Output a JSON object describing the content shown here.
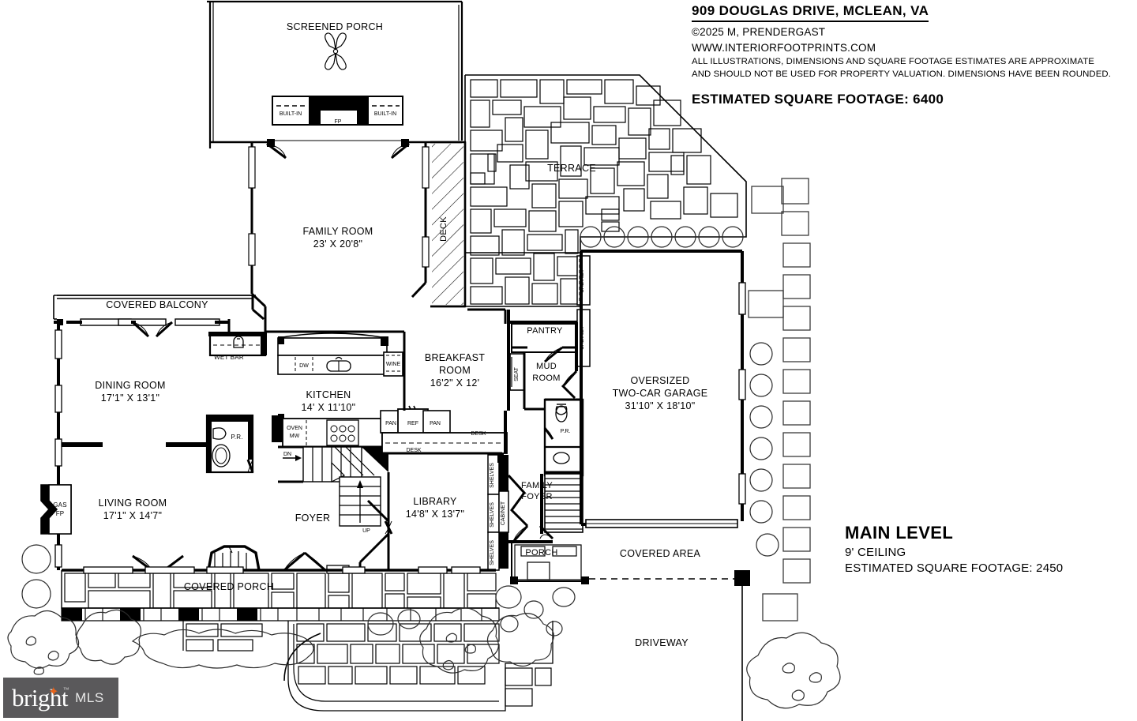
{
  "header": {
    "address": "909 DOUGLAS DRIVE, MCLEAN, VA",
    "copyright": "©2025 M, PRENDERGAST",
    "website": "WWW.INTERIORFOOTPRINTS.COM",
    "disclaimer_line1": "ALL ILLUSTRATIONS, DIMENSIONS AND SQUARE FOOTAGE ESTIMATES ARE APPROXIMATE",
    "disclaimer_line2": "AND  SHOULD NOT BE USED FOR PROPERTY VALUATION. DIMENSIONS HAVE BEEN ROUNDED.",
    "total_sqft": "ESTIMATED SQUARE FOOTAGE: 6400"
  },
  "level": {
    "name": "MAIN LEVEL",
    "ceiling": "9' CEILING",
    "sqft": "ESTIMATED SQUARE FOOTAGE: 2450"
  },
  "watermark": {
    "brand": "bright",
    "suffix": "MLS",
    "tm": "™",
    "bg_color": "#5a595b",
    "accent_color": "#e8641c"
  },
  "rooms": [
    {
      "name": "SCREENED PORCH",
      "dim": ""
    },
    {
      "name": "FAMILY ROOM",
      "dim": "23' X 20'8\""
    },
    {
      "name": "COVERED BALCONY",
      "dim": ""
    },
    {
      "name": "DINING ROOM",
      "dim": "17'1\" X 13'1\""
    },
    {
      "name": "LIVING ROOM",
      "dim": "17'1\" X 14'7\""
    },
    {
      "name": "KITCHEN",
      "dim": "14' X 11'10\""
    },
    {
      "name": "BREAKFAST ROOM",
      "dim": "16'2\" X 12'"
    },
    {
      "name": "LIBRARY",
      "dim": "14'8\" X 13'7\""
    },
    {
      "name": "FOYER",
      "dim": ""
    },
    {
      "name": "OVERSIZED TWO-CAR GARAGE",
      "dim": "31'10\" X 18'10\""
    },
    {
      "name": "MUD ROOM",
      "dim": ""
    },
    {
      "name": "PANTRY",
      "dim": ""
    },
    {
      "name": "FAMILY FOYER",
      "dim": ""
    },
    {
      "name": "PORCH",
      "dim": ""
    },
    {
      "name": "COVERED PORCH",
      "dim": ""
    },
    {
      "name": "TERRACE",
      "dim": ""
    },
    {
      "name": "DECK",
      "dim": ""
    },
    {
      "name": "DRIVEWAY",
      "dim": ""
    },
    {
      "name": "COVERED AREA",
      "dim": ""
    }
  ],
  "labels": {
    "screened_porch": "SCREENED PORCH",
    "family_room": "FAMILY ROOM",
    "family_room_dim": "23' X 20'8\"",
    "covered_balcony": "COVERED BALCONY",
    "dining_room": "DINING ROOM",
    "dining_room_dim": "17'1\" X 13'1\"",
    "living_room": "LIVING ROOM",
    "living_room_dim": "17'1\" X 14'7\"",
    "kitchen": "KITCHEN",
    "kitchen_dim": "14' X 11'10\"",
    "breakfast_room_l1": "BREAKFAST",
    "breakfast_room_l2": "ROOM",
    "breakfast_room_dim": "16'2\" X 12'",
    "library": "LIBRARY",
    "library_dim": "14'8\" X 13'7\"",
    "foyer": "FOYER",
    "garage_l1": "OVERSIZED",
    "garage_l2": "TWO-CAR GARAGE",
    "garage_dim": "31'10\" X 18'10\"",
    "mud_room_l1": "MUD",
    "mud_room_l2": "ROOM",
    "pantry": "PANTRY",
    "family_foyer_l1": "FAMILY",
    "family_foyer_l2": "FOYER",
    "porch": "PORCH",
    "covered_porch": "COVERED PORCH",
    "terrace": "TERRACE",
    "deck": "DECK",
    "driveway": "DRIVEWAY",
    "covered_area": "COVERED AREA",
    "wet_bar": "WET BAR",
    "powder_room_1": "P.R.",
    "powder_room_2": "P.R.",
    "gas_fp_l1": "GAS",
    "gas_fp_l2": "FP",
    "fp": "FP",
    "built_in_left": "BUILT-IN",
    "built_in_right": "BUILT-IN",
    "wine": "WINE",
    "dw": "DW",
    "oven": "OVEN",
    "mw": "MW",
    "ref": "REF",
    "pan_left": "PAN",
    "pan_right": "PAN",
    "desk_1": "DESK",
    "desk_2": "DESK",
    "dn": "DN",
    "up": "UP",
    "seat": "SEAT",
    "cabinet_1": "CABINET",
    "cabinet_2": "CABINET",
    "cabinet_3": "CABINET",
    "shelves_1": "SHELVES",
    "shelves_2": "SHELVES",
    "shelves_3": "SHELVES"
  },
  "colors": {
    "wall": "#000000",
    "line": "#1a1a1a",
    "paper": "#ffffff",
    "landscape": "#2b2b2b"
  }
}
